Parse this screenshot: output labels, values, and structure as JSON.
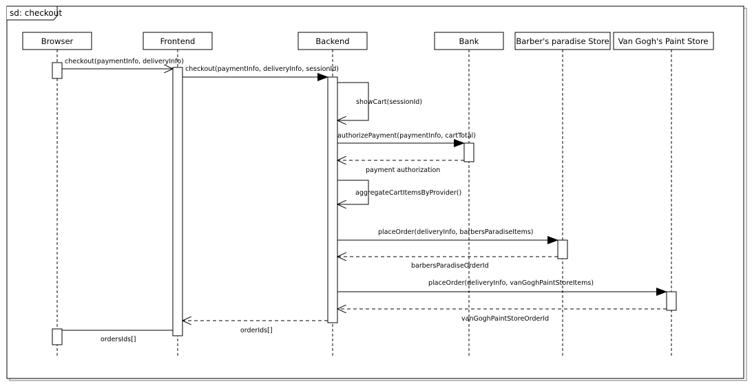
{
  "frame": {
    "title": "sd: checkout"
  },
  "lifelines": [
    {
      "id": "browser",
      "label": "Browser"
    },
    {
      "id": "frontend",
      "label": "Frontend"
    },
    {
      "id": "backend",
      "label": "Backend"
    },
    {
      "id": "bank",
      "label": "Bank"
    },
    {
      "id": "barbers",
      "label": "Barber's paradise Store"
    },
    {
      "id": "vangogh",
      "label": "Van Gogh's Paint Store"
    }
  ],
  "messages": [
    {
      "id": "m1",
      "label": "checkout(paymentInfo, deliveryInfo)",
      "kind": "call-open"
    },
    {
      "id": "m2",
      "label": "checkout(paymentInfo, deliveryInfo, sessionId)",
      "kind": "call"
    },
    {
      "id": "m3",
      "label": "showCart(sessionId)",
      "kind": "self"
    },
    {
      "id": "m4",
      "label": "authorizePayment(paymentInfo, cartTotal)",
      "kind": "call"
    },
    {
      "id": "m5",
      "label": "payment authorization",
      "kind": "return"
    },
    {
      "id": "m6",
      "label": "aggregateCartItemsByProvider()",
      "kind": "self"
    },
    {
      "id": "m7",
      "label": "placeOrder(deliveryInfo, barbersParadiseItems)",
      "kind": "call"
    },
    {
      "id": "m8",
      "label": "barbersParadiseOrderId",
      "kind": "return"
    },
    {
      "id": "m9",
      "label": "placeOrder(deliveryInfo, vanGoghPaintStoreItems)",
      "kind": "call"
    },
    {
      "id": "m10",
      "label": "vanGoghPaintStoreOrderId",
      "kind": "return"
    },
    {
      "id": "m11",
      "label": "orderIds[]",
      "kind": "return"
    },
    {
      "id": "m12",
      "label": "ordersIds[]",
      "kind": "call-open"
    }
  ]
}
